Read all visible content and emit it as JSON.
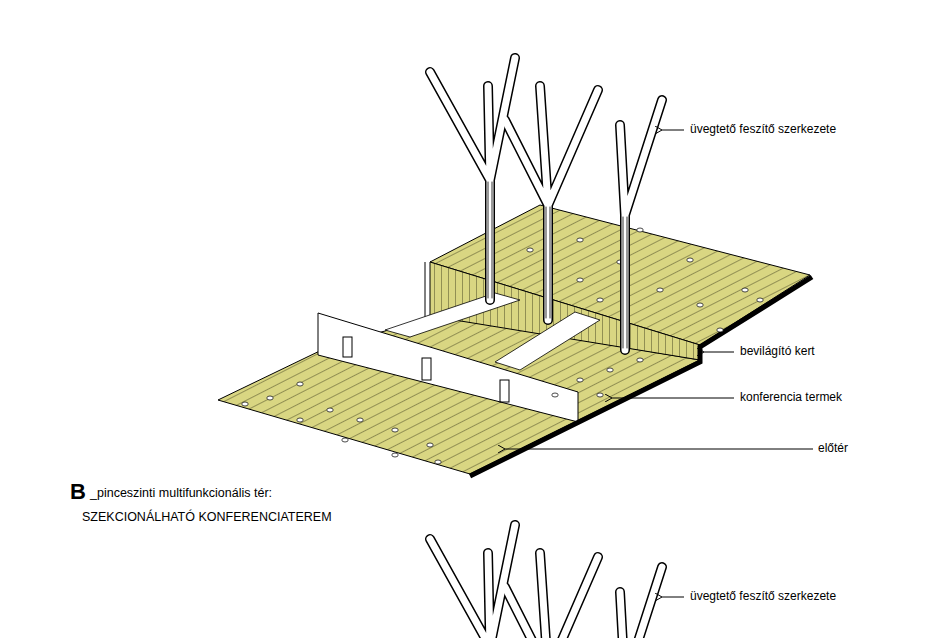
{
  "diagram": {
    "labels": [
      "üvegtető feszítő szerkezete",
      "bevilágító kert",
      "konferencia termek",
      "előtér",
      "B",
      "_pinceszinti multifunkcionális tér:",
      "SZEKCIONÁLHATÓ KONFERENCIATEREM",
      "üvegtető feszítő szerkezete"
    ]
  }
}
